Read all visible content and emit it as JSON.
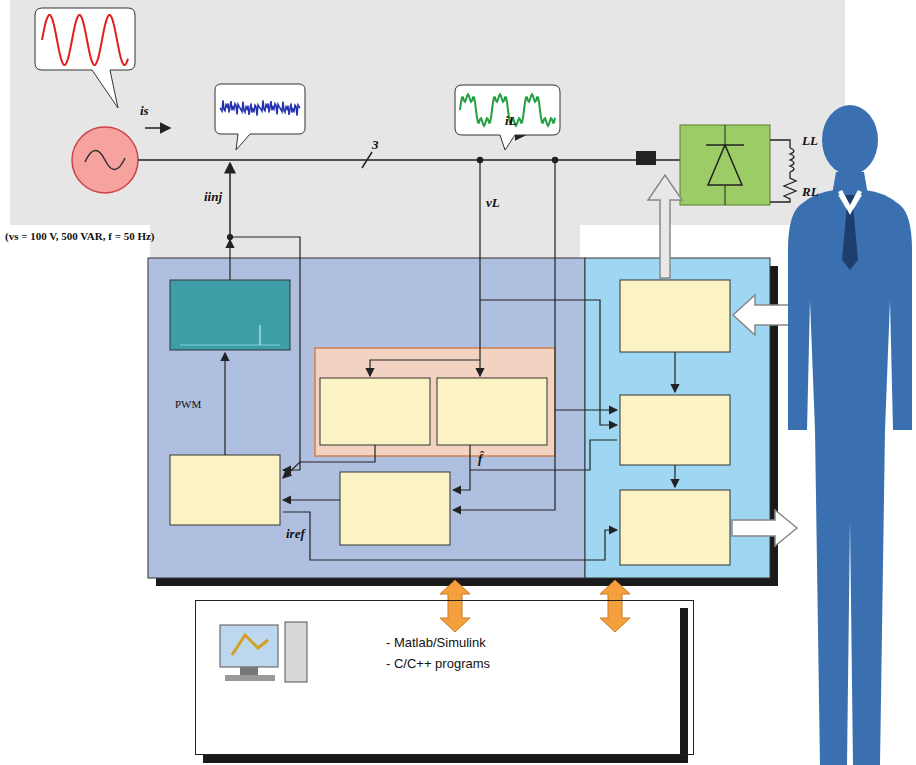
{
  "diagram": {
    "nodes": [
      {
        "text": [
          "- Matlab/Simulink",
          "- C/C++ programs"
        ]
      }
    ],
    "labels": [
      "(vs = 100 V, 500 VAR, f = 50 Hz)",
      "is",
      "iinj",
      "3",
      "iL",
      "vL",
      "LL",
      "RL",
      "PWM",
      "f̂",
      "iref"
    ]
  }
}
